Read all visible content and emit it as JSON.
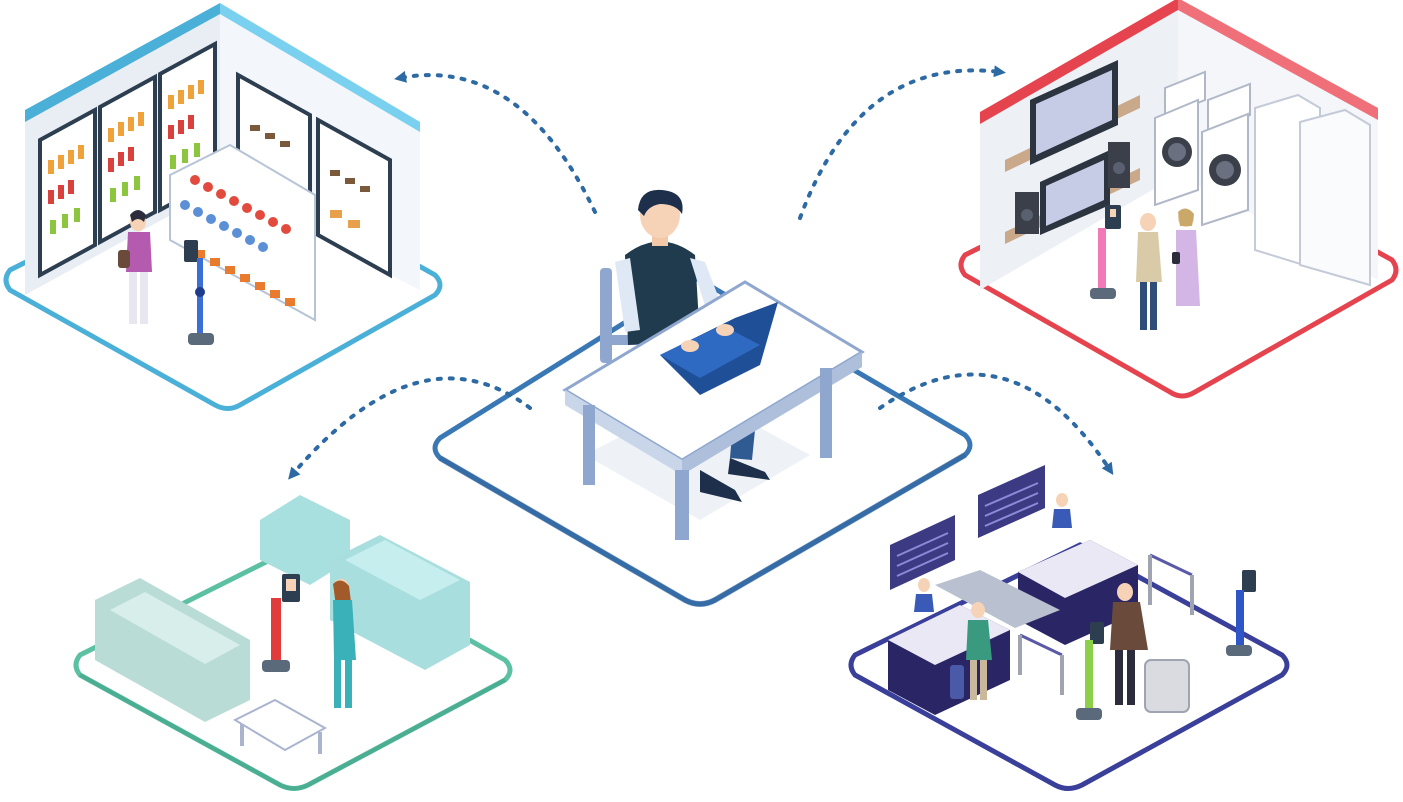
{
  "colors": {
    "background": "#ffffff",
    "center_platform": "#3a78b5",
    "retail_platform": "#4ab0d8",
    "electronics_platform": "#e5434d",
    "lounge_platform": "#5cc0a2",
    "airport_platform": "#3a3f9a",
    "arrow": "#2d6aa3"
  },
  "nodes": [
    {
      "id": "center",
      "icon": "remote-operator-at-laptop"
    },
    {
      "id": "retail",
      "icon": "grocery-store-with-telepresence-robot"
    },
    {
      "id": "electronics",
      "icon": "electronics-store-with-telepresence-robot"
    },
    {
      "id": "lounge",
      "icon": "lounge-with-telepresence-robot"
    },
    {
      "id": "airport",
      "icon": "airport-checkin-with-telepresence-robot"
    }
  ],
  "connections": [
    {
      "from": "center",
      "to": "retail"
    },
    {
      "from": "center",
      "to": "electronics"
    },
    {
      "from": "center",
      "to": "lounge"
    },
    {
      "from": "center",
      "to": "airport"
    }
  ]
}
